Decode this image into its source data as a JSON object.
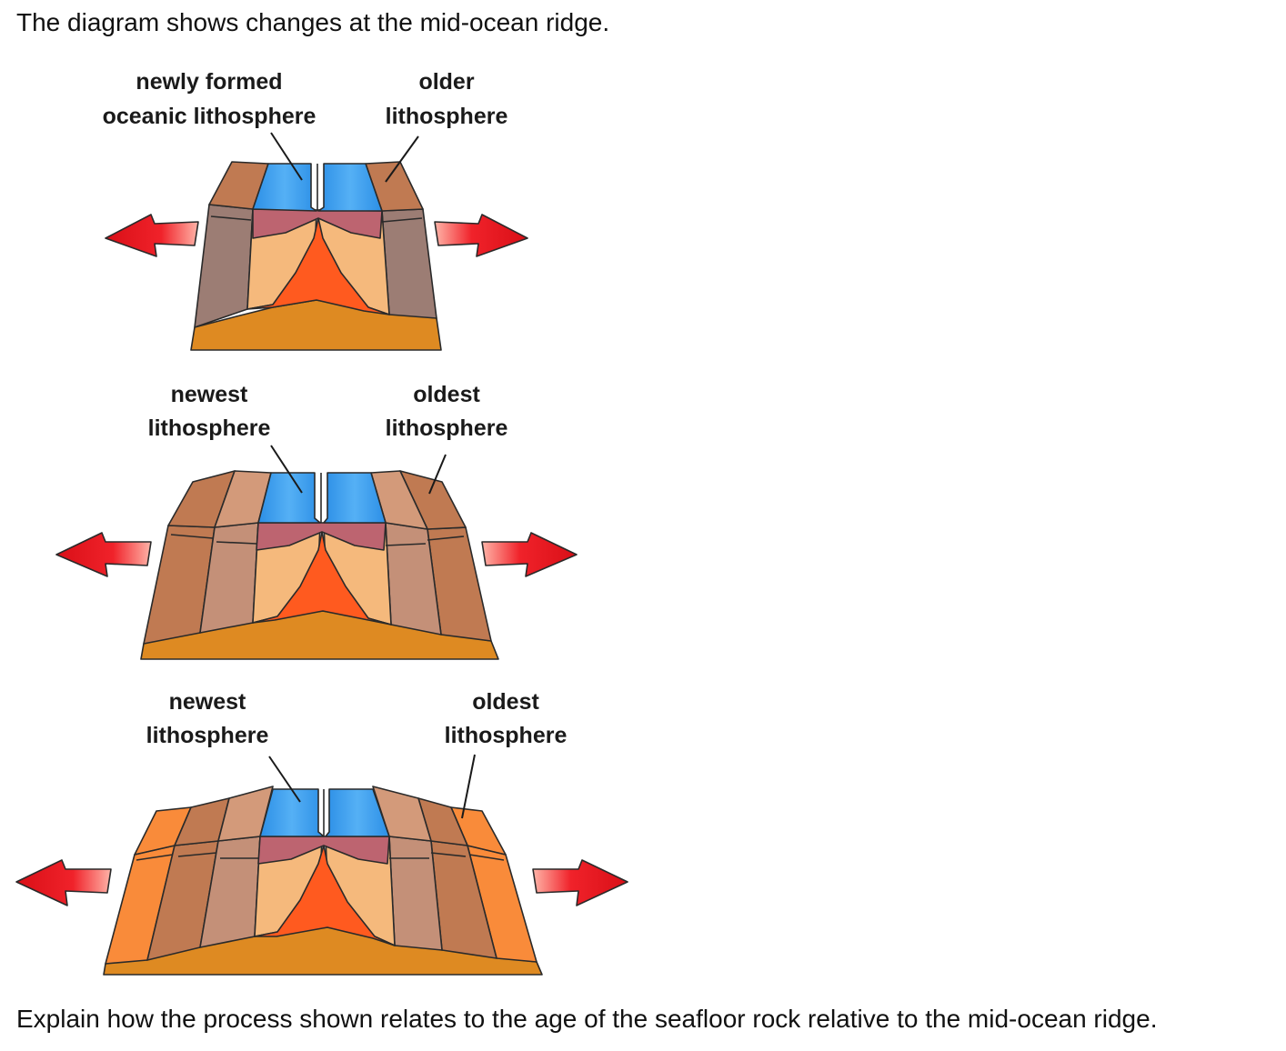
{
  "intro_text": "The diagram shows changes at the mid-ocean ridge.",
  "question_text": "Explain how the process shown relates to the age of the seafloor rock relative to the mid-ocean ridge.",
  "diagram": {
    "panels": [
      {
        "left_label": [
          "newly formed",
          "oceanic lithosphere"
        ],
        "right_label": [
          "older",
          "lithosphere"
        ]
      },
      {
        "left_label": [
          "newest",
          "lithosphere"
        ],
        "right_label": [
          "oldest",
          "lithosphere"
        ]
      },
      {
        "left_label": [
          "newest",
          "lithosphere"
        ],
        "right_label": [
          "oldest",
          "lithosphere"
        ]
      }
    ]
  },
  "colors": {
    "ocean_blue": "#3399e8",
    "crust_brown": "#c07a52",
    "mantle_tan": "#f5b97c",
    "magma_orange": "#ff5a1f",
    "asthenosphere": "#de8a22",
    "arrow_red": "#e8151b"
  }
}
